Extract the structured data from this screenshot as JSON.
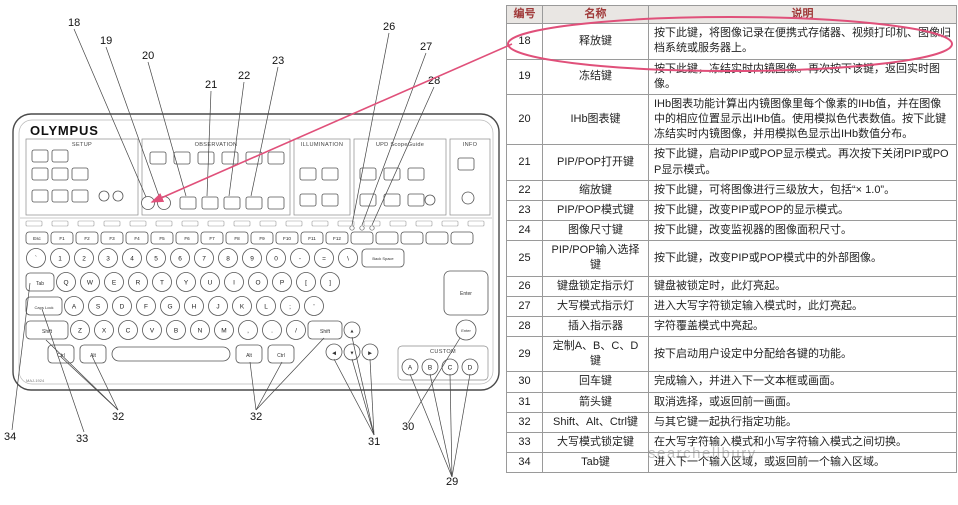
{
  "table": {
    "headers": [
      "编号",
      "名称",
      "说明"
    ],
    "rows": [
      {
        "id": "18",
        "name": "释放键",
        "desc": "按下此键，将图像记录在便携式存储器、视频打印机、图像归档系统或服务器上。"
      },
      {
        "id": "19",
        "name": "冻结键",
        "desc": "按下此键，冻结实时内镜图像。再次按下该键，返回实时图像。"
      },
      {
        "id": "20",
        "name": "IHb图表键",
        "desc": "IHb图表功能计算出内镜图像里每个像素的IHb值，并在图像中的相应位置显示出IHb值。使用模拟色代表数值。按下此键冻结实时内镜图像，并用模拟色显示出IHb数值分布。"
      },
      {
        "id": "21",
        "name": "PIP/POP打开键",
        "desc": "按下此键，启动PIP或POP显示模式。再次按下关闭PIP或POP显示模式。"
      },
      {
        "id": "22",
        "name": "缩放键",
        "desc": "按下此键，可将图像进行三级放大，包括“× 1.0”。"
      },
      {
        "id": "23",
        "name": "PIP/POP模式键",
        "desc": "按下此键，改变PIP或POP的显示模式。"
      },
      {
        "id": "24",
        "name": "图像尺寸键",
        "desc": "按下此键，改变监视器的图像面积尺寸。"
      },
      {
        "id": "25",
        "name": "PIP/POP输入选择键",
        "desc": "按下此键，改变PIP或POP模式中的外部图像。"
      },
      {
        "id": "26",
        "name": "键盘锁定指示灯",
        "desc": "键盘被锁定时，此灯亮起。"
      },
      {
        "id": "27",
        "name": "大写模式指示灯",
        "desc": "进入大写字符锁定输入模式时，此灯亮起。"
      },
      {
        "id": "28",
        "name": "插入指示器",
        "desc": "字符覆盖模式中亮起。"
      },
      {
        "id": "29",
        "name": "定制A、B、C、D键",
        "desc": "按下启动用户设定中分配给各键的功能。"
      },
      {
        "id": "30",
        "name": "回车键",
        "desc": "完成输入，并进入下一文本框或画面。"
      },
      {
        "id": "31",
        "name": "箭头键",
        "desc": "取消选择，或返回前一画面。"
      },
      {
        "id": "32",
        "name": "Shift、Alt、Ctrl键",
        "desc": "与其它键一起执行指定功能。"
      },
      {
        "id": "33",
        "name": "大写模式锁定键",
        "desc": "在大写字符输入模式和小写字符输入模式之间切换。"
      },
      {
        "id": "34",
        "name": "Tab键",
        "desc": "进入下一个输入区域，或返回前一个输入区域。"
      }
    ]
  },
  "diagram": {
    "brand": "OLYMPUS",
    "model": "MAJ-1924",
    "sections": {
      "setup": "SETUP",
      "observation": "OBSERVATION",
      "illumination": "ILLUMINATION",
      "upd": "UPD ScopeGuide",
      "info": "INFO"
    },
    "custom_label": "CUSTOM",
    "keys": {
      "esc": "Esc",
      "frow": [
        "F1",
        "F2",
        "F3",
        "F4",
        "F5",
        "F6",
        "F7",
        "F8",
        "F9",
        "F10",
        "F11",
        "F12"
      ],
      "digits": [
        "`",
        "1",
        "2",
        "3",
        "4",
        "5",
        "6",
        "7",
        "8",
        "9",
        "0",
        "-",
        "=",
        "\\"
      ],
      "qrow": [
        "Q",
        "W",
        "E",
        "R",
        "T",
        "Y",
        "U",
        "I",
        "O",
        "P",
        "[",
        "]"
      ],
      "arow": [
        "A",
        "S",
        "D",
        "F",
        "G",
        "H",
        "J",
        "K",
        "L",
        ";",
        "'"
      ],
      "zrow": [
        "Z",
        "X",
        "C",
        "V",
        "B",
        "N",
        "M",
        ",",
        ".",
        "/"
      ],
      "tab": "Tab",
      "caps": "Caps Lock",
      "shift_l": "Shift",
      "shift_r": "Shift",
      "ctrl_l": "Ctrl",
      "ctrl_r": "Ctrl",
      "alt_l": "Alt",
      "alt_r": "Alt",
      "backspace": "Back Space",
      "enter": "Enter",
      "enter_round": "Enter",
      "custom": [
        "A",
        "B",
        "C",
        "D"
      ],
      "arrow_up": "▲",
      "arrow_down": "▼",
      "arrow_left": "◀",
      "arrow_right": "▶"
    },
    "callouts": {
      "c18": "18",
      "c19": "19",
      "c20": "20",
      "c21": "21",
      "c22": "22",
      "c23": "23",
      "c26": "26",
      "c27": "27",
      "c28": "28",
      "c29": "29",
      "c30": "30",
      "c31": "31",
      "c32a": "32",
      "c32b": "32",
      "c33": "33",
      "c34": "34"
    }
  },
  "annotation": {
    "highlight_color": "#e0507a"
  },
  "watermark": "searchellbury"
}
